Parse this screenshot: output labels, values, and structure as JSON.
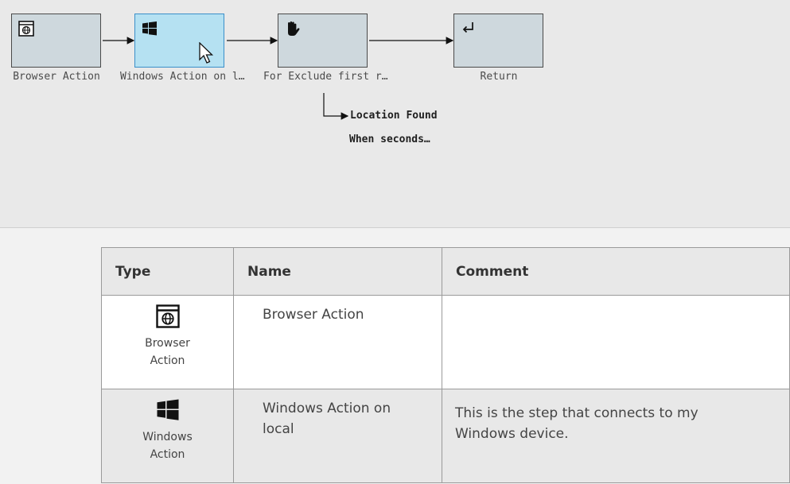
{
  "flow": {
    "nodes": [
      {
        "label": "Browser Action",
        "icon": "browser-globe-icon",
        "selected": false
      },
      {
        "label": "Windows Action on l…",
        "icon": "windows-logo-icon",
        "selected": true
      },
      {
        "label": "For Exclude first r…",
        "icon": "hand-stop-icon",
        "selected": false
      },
      {
        "label": "Return",
        "icon": "return-arrow-icon",
        "selected": false
      }
    ],
    "branch": {
      "label": "Location Found",
      "condition": "When seconds…"
    }
  },
  "table": {
    "headers": {
      "type": "Type",
      "name": "Name",
      "comment": "Comment"
    },
    "rows": [
      {
        "type_icon": "browser-globe-icon",
        "type_label": "Browser Action",
        "name": "Browser Action",
        "comment": ""
      },
      {
        "type_icon": "windows-logo-icon",
        "type_label": "Windows Action",
        "name": "Windows Action on local",
        "comment": "This is the step that connects to my Windows device."
      }
    ]
  },
  "colors": {
    "canvas_bg": "#e9e9e9",
    "node_bg": "#ced8dd",
    "node_selected_bg": "#b5e1f2",
    "node_selected_border": "#3b8fc9"
  }
}
